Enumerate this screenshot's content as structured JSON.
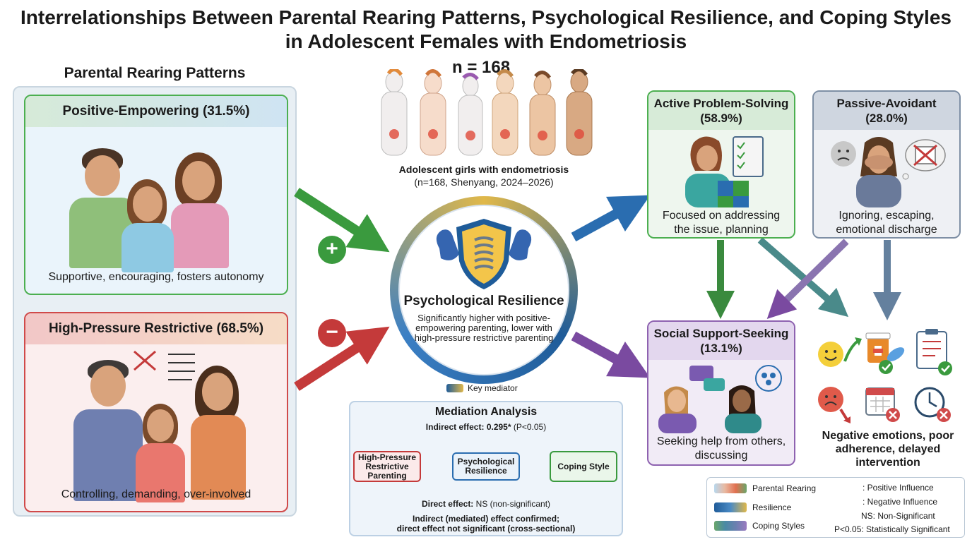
{
  "title": {
    "line1": "Interrelationships Between Parental Rearing Patterns, Psychological Resilience, and Coping Styles",
    "line2": "in Adolescent Females with Endometriosis"
  },
  "parental": {
    "heading": "Parental Rearing Patterns",
    "positive": {
      "title": "Positive-Empowering (31.5%)",
      "caption": "Supportive, encouraging, fosters autonomy",
      "sign": "+"
    },
    "negative": {
      "title": "High-Pressure Restrictive (68.5%)",
      "caption": "Controlling, demanding, over-involved",
      "sign": "−"
    }
  },
  "sample": {
    "n": "n = 168",
    "line1": "Adolescent girls with endometriosis",
    "line2": "(n=168, Shenyang, 2024–2026)"
  },
  "resilience": {
    "title": "Psychological Resilience",
    "description": "Significantly higher with positive-empowering parenting, lower with high-pressure restrictive parenting",
    "key_label": "Key mediator"
  },
  "mediation": {
    "title": "Mediation Analysis",
    "indirect_label": "Indirect effect:",
    "indirect_value": "0.295*",
    "indirect_p": "(P<0.05)",
    "node_parenting": "High-Pressure Restrictive Parenting",
    "node_resilience": "Psychological Resilience",
    "node_coping": "Coping Style",
    "direct_label": "Direct effect:",
    "direct_value": "NS (non-significant)",
    "conclusion_line1": "Indirect (mediated) effect confirmed;",
    "conclusion_line2": "direct effect not significant (cross-sectional)"
  },
  "coping": {
    "active": {
      "title": "Active Problem-Solving",
      "pct": "(58.9%)",
      "desc_line1": "Focused on addressing",
      "desc_line2": "the issue, planning"
    },
    "passive": {
      "title": "Passive-Avoidant",
      "pct": "(28.0%)",
      "desc_line1": "Ignoring, escaping,",
      "desc_line2": "emotional discharge"
    },
    "social": {
      "title": "Social Support-Seeking",
      "pct": "(13.1%)",
      "desc_line1": "Seeking help from others,",
      "desc_line2": "discussing"
    }
  },
  "outcomes": {
    "line1": "Negative emotions, poor",
    "line2": "adherence, delayed",
    "line3": "intervention"
  },
  "legend": {
    "parental": "Parental Rearing",
    "resilience": "Resilience",
    "coping": "Coping Styles",
    "positive": ": Positive Influence",
    "negative": ": Negative Influence",
    "ns": "NS: Non-Significant",
    "sig": "P<0.05: Statistically Significant"
  },
  "colors": {
    "positive": "#3a9a3e",
    "negative": "#c43a3a",
    "active_to_social": "#3a8a3e",
    "resilience_to_active": "#2a6db0",
    "resilience_to_social": "#7a4aa0",
    "passive": "#64809e"
  }
}
